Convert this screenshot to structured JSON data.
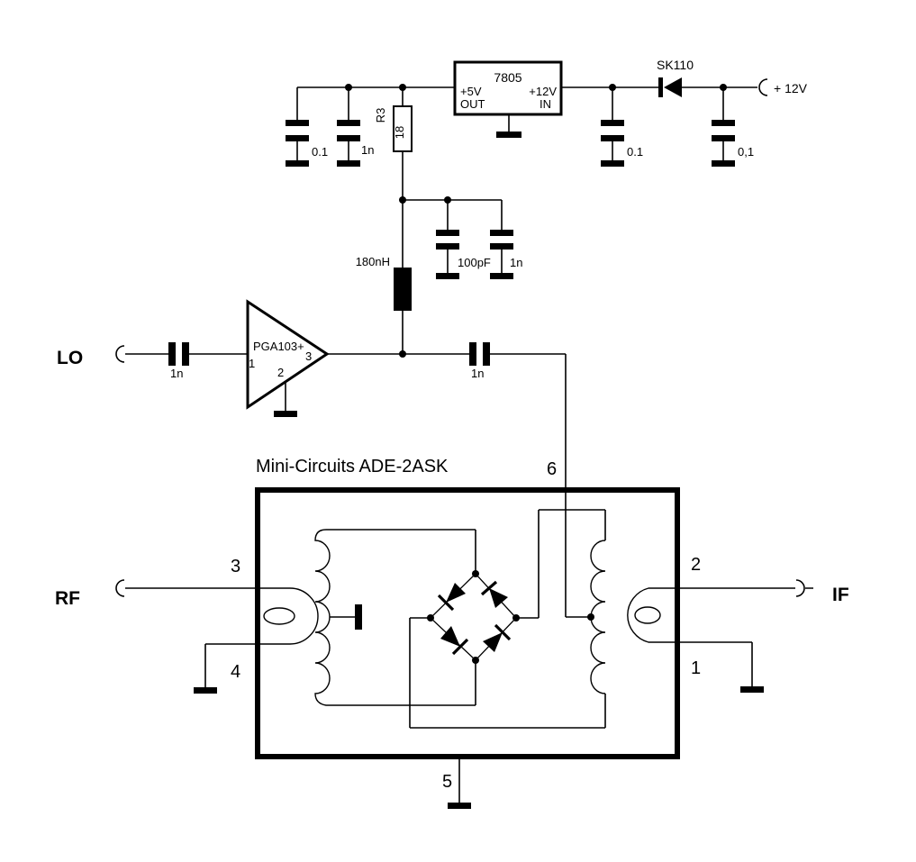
{
  "colors": {
    "ink": "#000000",
    "paper": "#ffffff"
  },
  "power_section": {
    "regulator": {
      "name": "7805",
      "output_label": "+5V",
      "output_sub": "OUT",
      "input_label": "+12V",
      "input_sub": "IN"
    },
    "input_diode": {
      "name": "SK110"
    },
    "supply_terminal": {
      "label": "+ 12V"
    },
    "capacitors": {
      "c_out_bulk": "0.1",
      "c_out_hf": "1n",
      "c_in_bulk": "0.1",
      "c_in_hf": "0,1"
    },
    "resistor": {
      "ref": "R3",
      "value": "18"
    }
  },
  "bias_section": {
    "inductor": "180nH",
    "cap_a": "100pF",
    "cap_b": "1n"
  },
  "lo_section": {
    "port": "LO",
    "input_cap": "1n",
    "amplifier": {
      "name": "PGA103+",
      "pin_input": "1",
      "pin_ground": "2",
      "pin_output": "3"
    },
    "output_cap": "1n"
  },
  "mixer": {
    "title": "Mini-Circuits ADE-2ASK",
    "pins": {
      "lo": "6",
      "rf": "3",
      "rf_gnd": "4",
      "if": "2",
      "if_gnd": "1",
      "gnd": "5"
    }
  },
  "rf_section": {
    "port": "RF"
  },
  "if_section": {
    "port": "IF"
  }
}
